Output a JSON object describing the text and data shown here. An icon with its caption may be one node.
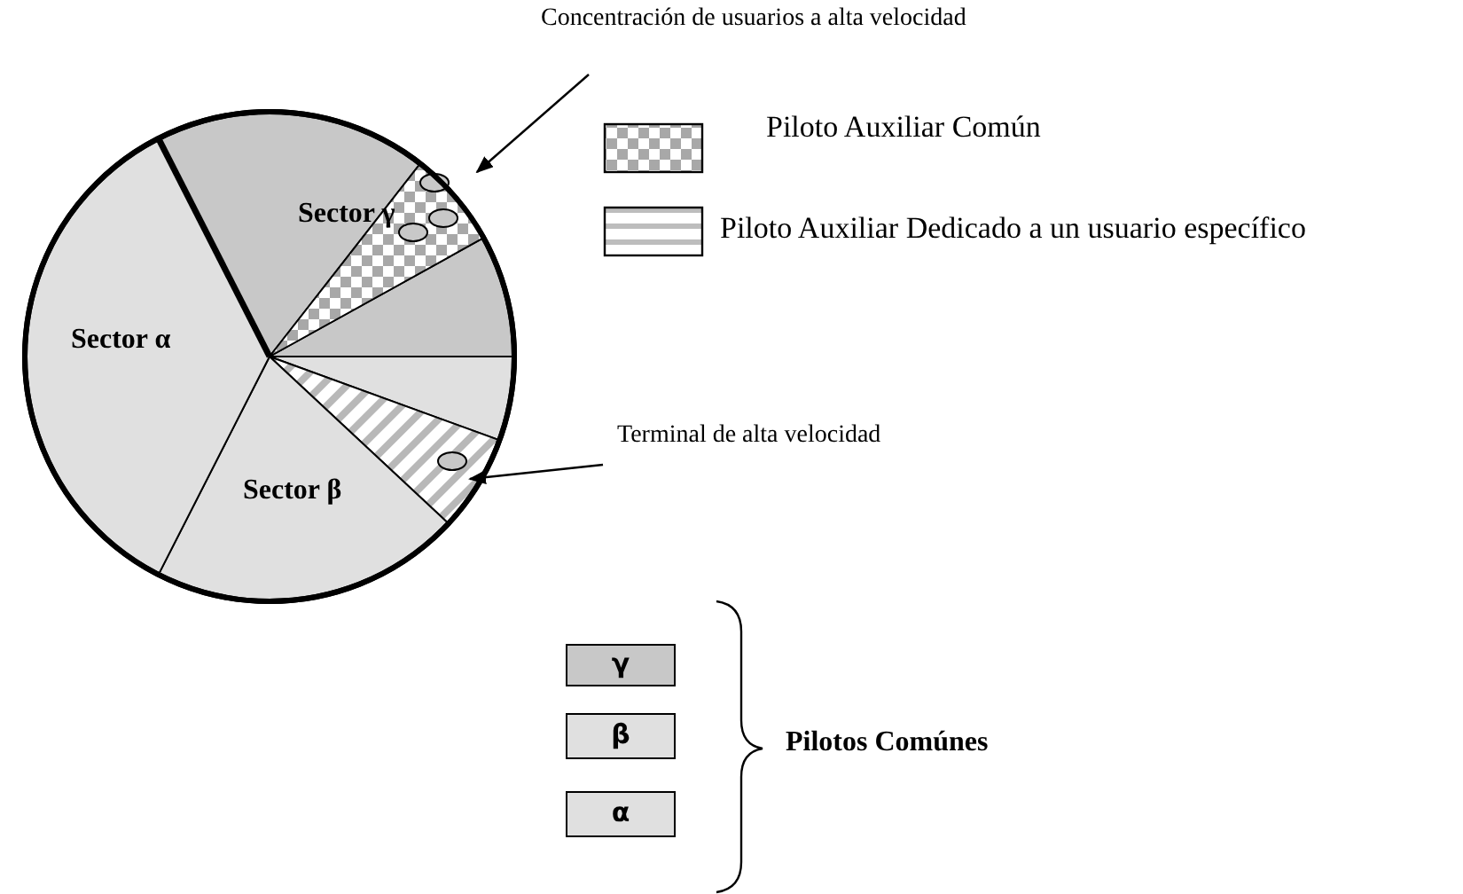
{
  "diagram": {
    "nodes": [
      {
        "text": [
          "Concentración de usuarios a alta velocidad"
        ]
      },
      {
        "text": [
          "Sector γ"
        ]
      },
      {
        "text": [],
        "shape": "wedge"
      },
      {
        "text": [
          "Sector α"
        ]
      },
      {
        "text": [
          "Sector β"
        ]
      },
      {
        "text": [
          "Terminal de alta velocidad"
        ]
      },
      {
        "text": [],
        "shape": "ellipse"
      },
      {
        "text": [
          "γ"
        ]
      },
      {
        "text": [
          "β"
        ]
      },
      {
        "text": [
          "α"
        ]
      }
    ],
    "edges": [
      {
        "from": 0,
        "to": 2,
        "arrow": "to"
      },
      {
        "from": 5,
        "to": 6,
        "arrow": "to"
      }
    ],
    "labels": [
      "Pilotos Comúnes"
    ],
    "legend": [
      {
        "text": "Piloto Auxiliar Común"
      },
      {
        "text": "Piloto Auxiliar Dedicado a un usuario específico"
      }
    ]
  }
}
